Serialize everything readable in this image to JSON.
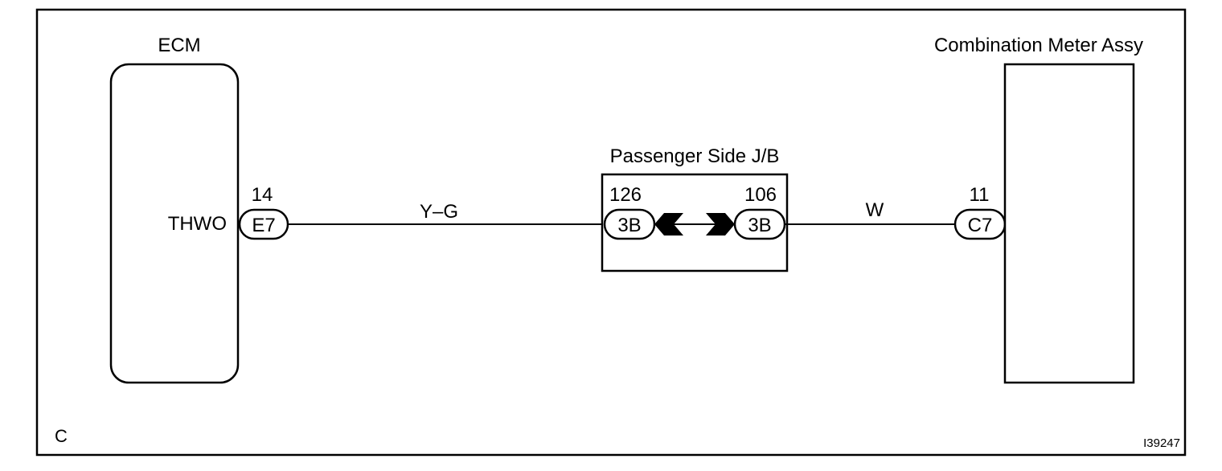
{
  "ecm": {
    "title": "ECM",
    "terminal_name": "THWO"
  },
  "meter": {
    "title": "Combination Meter Assy"
  },
  "junction_block": {
    "title": "Passenger Side J/B",
    "left_pin": "126",
    "left_connector": "3B",
    "right_pin": "106",
    "right_connector": "3B"
  },
  "ecm_connector": {
    "pin": "14",
    "code": "E7"
  },
  "meter_connector": {
    "pin": "11",
    "code": "C7"
  },
  "wires": {
    "left_color": "Y–G",
    "right_color": "W"
  },
  "footer": {
    "corner_letter": "C",
    "figure_id": "I39247"
  }
}
